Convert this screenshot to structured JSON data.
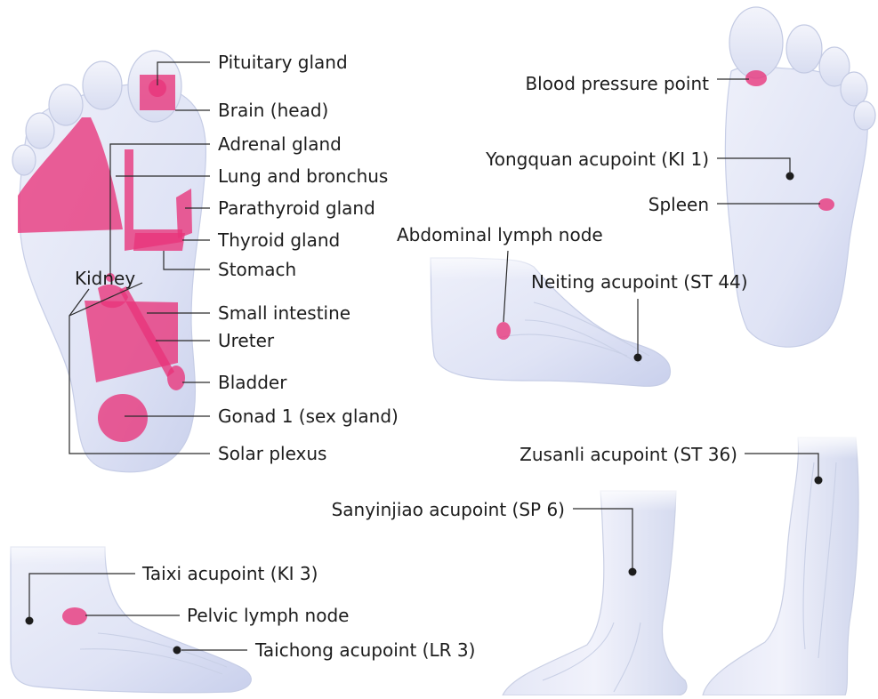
{
  "colors": {
    "zone": "#e8337a",
    "foot_fill": "#dfe3f5",
    "line": "#2a2a2a"
  },
  "labels": {
    "pituitary": "Pituitary gland",
    "brain": "Brain (head)",
    "adrenal": "Adrenal gland",
    "lung": "Lung and bronchus",
    "parathyroid": "Parathyroid gland",
    "thyroid": "Thyroid gland",
    "stomach": "Stomach",
    "kidney": "Kidney",
    "small_intestine": "Small intestine",
    "ureter": "Ureter",
    "bladder": "Bladder",
    "gonad": "Gonad 1 (sex gland)",
    "solar_plexus": "Solar plexus",
    "blood_pressure": "Blood pressure point",
    "yongquan": "Yongquan  acupoint (KI 1)",
    "spleen": "Spleen",
    "abdominal_lymph": "Abdominal lymph node",
    "neiting": "Neiting acupoint (ST 44)",
    "zusanli": "Zusanli acupoint (ST 36)",
    "sanyinjiao": "Sanyinjiao acupoint (SP 6)",
    "taixi": "Taixi  acupoint (KI 3)",
    "pelvic_lymph": "Pelvic lymph node",
    "taichong": "Taichong  acupoint (LR 3)"
  }
}
